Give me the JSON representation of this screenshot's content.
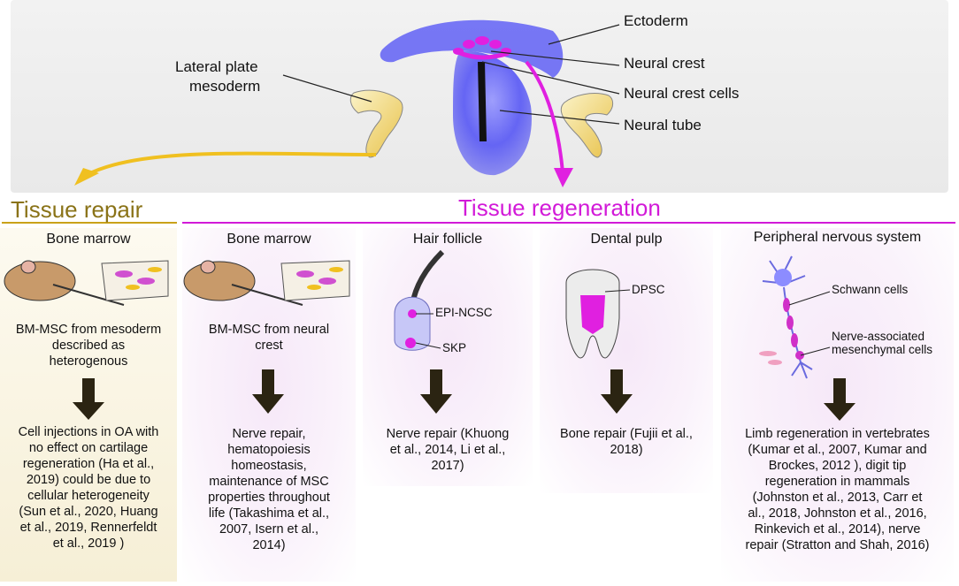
{
  "embryo": {
    "labels": {
      "ectoderm": "Ectoderm",
      "neural_crest": "Neural crest",
      "neural_crest_cells": "Neural crest cells",
      "neural_tube": "Neural tube",
      "lateral_plate_line1": "Lateral plate",
      "lateral_plate_line2": "mesoderm"
    }
  },
  "sections": {
    "repair_title": "Tissue repair",
    "regeneration_title": "Tissue regeneration"
  },
  "columns": [
    {
      "title": "Bone marrow",
      "caption": [
        "BM-MSC from mesoderm",
        "described as",
        "heterogenous"
      ],
      "outcome": [
        "Cell injections in OA with",
        "no effect on cartilage",
        "regeneration (Ha et al.,",
        "2019) could be due to",
        "cellular heterogeneity",
        "(Sun et al., 2020, Huang",
        "et al., 2019, Rennerfeldt",
        "et al., 2019 )"
      ]
    },
    {
      "title": "Bone marrow",
      "caption": [
        "BM-MSC from neural",
        "crest"
      ],
      "outcome": [
        "Nerve repair,",
        "hematopoiesis",
        "homeostasis,",
        "maintenance of MSC",
        "properties throughout",
        "life (Takashima et al.,",
        "2007, Isern et al.,",
        "2014)"
      ]
    },
    {
      "title": "Hair follicle",
      "labels": {
        "epi": "EPI-NCSC",
        "skp": "SKP"
      },
      "outcome": [
        "Nerve repair (Khuong",
        "et al., 2014, Li et al.,",
        "2017)"
      ]
    },
    {
      "title": "Dental pulp",
      "labels": {
        "dpsc": "DPSC"
      },
      "outcome": [
        "Bone repair (Fujii et al.,",
        "2018)"
      ]
    },
    {
      "title": "Peripheral nervous system",
      "labels": {
        "schwann": "Schwann cells",
        "nerve1": "Nerve-associated",
        "nerve2": "mesenchymal cells"
      },
      "outcome": [
        "Limb regeneration in vertebrates",
        "(Kumar et al., 2007, Kumar and",
        "Brockes, 2012 ), digit tip",
        "regeneration in mammals",
        "(Johnston et al., 2013, Carr et",
        "al., 2018, Johnston et al., 2016,",
        "Rinkevich et al., 2014), nerve",
        "repair (Stratton and Shah, 2016)"
      ]
    }
  ],
  "colors": {
    "repair": "#8a7318",
    "regeneration": "#d21ad8",
    "repair_arrow": "#f0c020",
    "magenta": "#e020e0",
    "down_arrow": "#2b2412"
  }
}
